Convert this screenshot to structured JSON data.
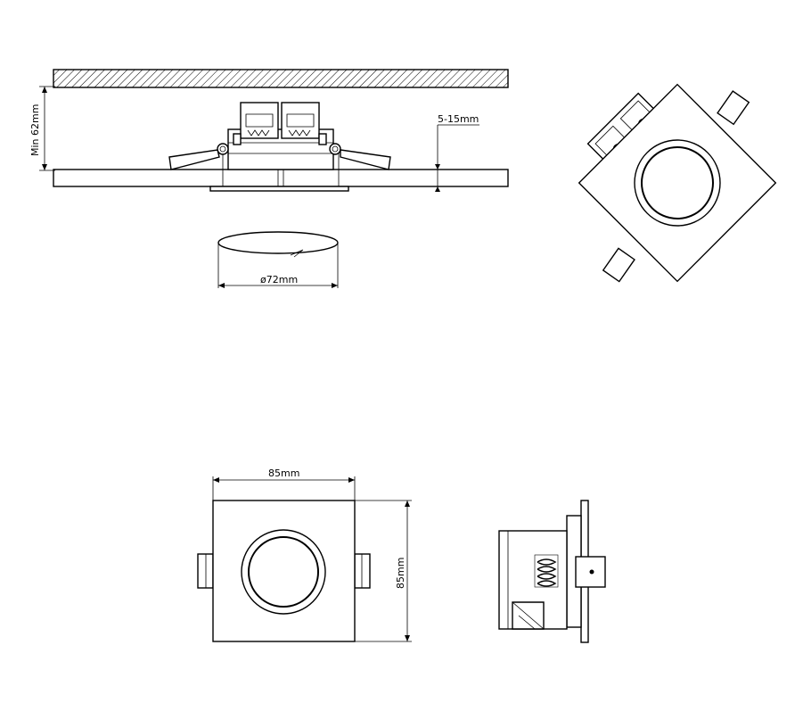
{
  "dimensions": {
    "min_depth": "Min 62mm",
    "ceiling_thickness": "5-15mm",
    "cutout_diameter": "ø72mm",
    "width": "85mm",
    "height": "85mm"
  },
  "colors": {
    "line": "#000000",
    "background": "#ffffff"
  }
}
